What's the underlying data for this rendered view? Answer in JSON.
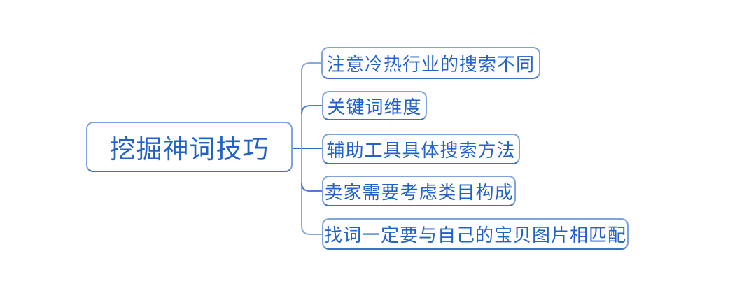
{
  "diagram": {
    "type": "mindmap",
    "root": {
      "label": "挖掘神词技巧"
    },
    "children": [
      {
        "label": "注意冷热行业的搜索不同"
      },
      {
        "label": "关键词维度"
      },
      {
        "label": "辅助工具具体搜索方法"
      },
      {
        "label": "卖家需要考虑类目构成"
      },
      {
        "label": "找词一定要与自己的宝贝图片相匹配"
      }
    ],
    "colors": {
      "background": "#ffffff",
      "node_fill": "#ffffff",
      "node_border": "#7fa3de",
      "node_border_bottom": "#3b72c8",
      "text": "#2161c8",
      "trunk_line": "#86a8e0",
      "branch_line": "#4a7ed0",
      "root_line": "#2e6ac5"
    }
  }
}
